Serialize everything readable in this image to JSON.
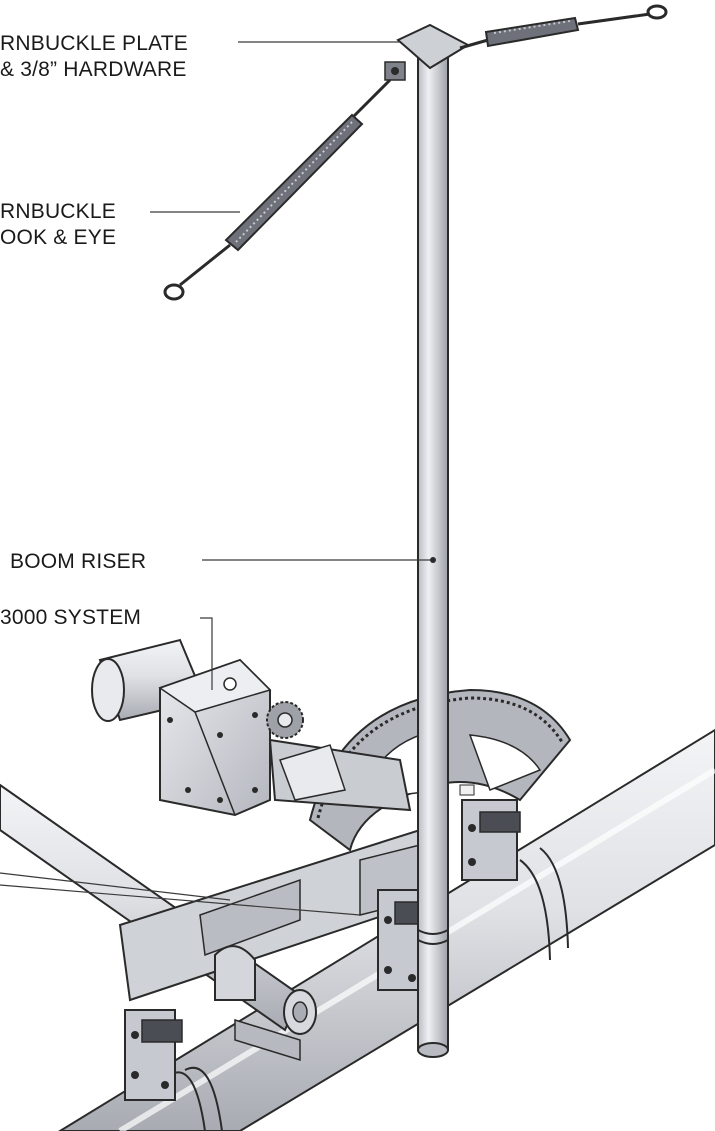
{
  "labels": {
    "turnbuckle_plate_line1": "RNBUCKLE PLATE",
    "turnbuckle_plate_line2": "& 3/8” HARDWARE",
    "turnbuckle_line1": "RNBUCKLE",
    "turnbuckle_line2": "OOK & EYE",
    "boom_riser": "BOOM RISER",
    "system": "3000 SYSTEM"
  },
  "colors": {
    "metal_light": "#e4e6ea",
    "metal_mid": "#c3c6cc",
    "metal_dark": "#8d9098",
    "outline": "#2a2a2a",
    "leader": "#3a3a3a"
  }
}
